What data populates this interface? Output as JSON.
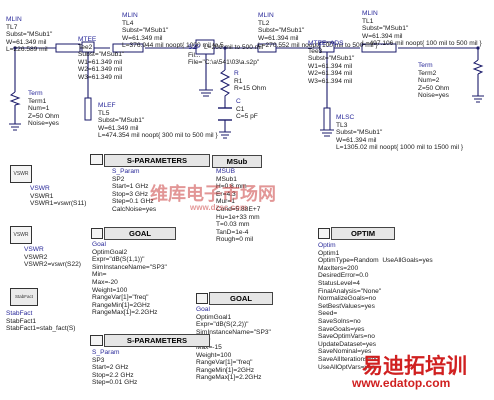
{
  "colors": {
    "wire": "#1a1a6a",
    "label": "#1a1a1a",
    "bar_fill": "#e6e6e6",
    "watermark_top": "#c01818",
    "watermark_bottom": "#d02020"
  },
  "components": {
    "tl7": [
      "MLIN",
      "TL7",
      "Subst=\"MSub1\"",
      "W=61.349 mil",
      "L=226.589 mil"
    ],
    "tee_left": [
      "MTEE",
      "Tee2",
      "Subst=\"MSub1\"",
      "W1=61.349 mil",
      "W2=61.349 mil",
      "W3=61.349 mil"
    ],
    "tl4": [
      "MLIN",
      "TL4",
      "Subst=\"MSub1\"",
      "W=61.349 mil",
      "L=376.944 mil noopt{ 1000 mil to 5"
    ],
    "s2p": [
      "S2P",
      "Fil...",
      "File=\"C:\\a\\541\\03\\a.s2p\""
    ],
    "r_noopt": "L=200 mil to 500 mil",
    "tl2": [
      "MLIN",
      "TL2",
      "Subst=\"MSub1\"",
      "W=61.394 mil",
      "L=270.552 mil noopt{ 100 mil to 500 mil }"
    ],
    "tee_ads": [
      "MTEE_ADS",
      "Tee3",
      "Subst=\"MSub1\"",
      "W1=61.394 mil",
      "W2=61.394 mil",
      "W3=61.394 mil"
    ],
    "tl1": [
      "MLIN",
      "TL1",
      "Subst=\"MSub1\"",
      "W=61.394 mil",
      "L=497.106 mil noopt{ 100 mil to 500 mil }"
    ],
    "term1": [
      "Term",
      "Term1",
      "Num=1",
      "Z=50 Ohm",
      "Noise=yes"
    ],
    "term2": [
      "Term",
      "Term2",
      "Num=2",
      "Z=50 Ohm",
      "Noise=yes"
    ],
    "tl5": [
      "MLEF",
      "TL5",
      "Subst=\"MSub1\"",
      "W=61.349 mil",
      "L=474.354 mil noopt{ 300 mil to 500 mil }"
    ],
    "r1": [
      "R",
      "R1",
      "R=15 Ohm"
    ],
    "c1": [
      "C",
      "C1",
      "C=5 pF"
    ],
    "tl3": [
      "MLSC",
      "TL3",
      "Subst=\"MSub1\"",
      "W=61.394 mil",
      "L=1305.02 mil noopt{ 1000 mil to 1500 mil }"
    ],
    "sp1": [
      "S_Param",
      "SP2",
      "Start=1 GHz",
      "Stop=3 GHz",
      "Step=0.1 GHz",
      "CalcNoise=yes"
    ],
    "goal1": [
      "Goal",
      "OptimGoal2",
      "Expr=\"dB(S(1,1))\"",
      "SimInstanceName=\"SP3\"",
      "Min=",
      "Max=-20",
      "Weight=100",
      "RangeVar[1]=\"freq\"",
      "RangeMin[1]=2GHz",
      "RangeMax[1]=2.2GHz"
    ],
    "msub": [
      "MSUB",
      "MSub1",
      "H=0.8 mm",
      "Er=4.3",
      "Mur=1",
      "Cond=5.88E+7",
      "Hu=1e+33 mm",
      "T=0.03 mm",
      "TanD=1e-4",
      "Rough=0 mil"
    ],
    "goal2": [
      "Goal",
      "OptimGoal1",
      "Expr=\"dB(S(2,2))\"",
      "SimInstanceName=\"SP3\"",
      "Min=",
      "Max=-15",
      "Weight=100",
      "RangeVar[1]=\"freq\"",
      "RangeMin[1]=2GHz",
      "RangeMax[1]=2.2GHz"
    ],
    "sp2": [
      "S_Param",
      "SP3",
      "Start=2 GHz",
      "Stop=2.2 GHz",
      "Step=0.01 GHz"
    ],
    "optim": [
      "Optim",
      "Optim1",
      "OptimType=Random  UseAllGoals=yes",
      "MaxIters=200",
      "DesiredError=0.0",
      "StatusLevel=4",
      "FinalAnalysis=\"None\"",
      "NormalizeGoals=no",
      "SetBestValues=yes",
      "Seed=",
      "SaveSolns=no",
      "SaveGoals=yes",
      "SaveOptimVars=no",
      "UpdateDataset=yes",
      "SaveNominal=yes",
      "SaveAllIterations=no",
      "UseAllOptVars=yes"
    ],
    "vswr1": [
      "VSWR",
      "VSWR1",
      "VSWR1=vswr(S11)"
    ],
    "vswr2": [
      "VSWR",
      "VSWR2",
      "VSWR2=vswr(S22)"
    ],
    "stab": [
      "StabFact",
      "StabFact1",
      "StabFact1=stab_fact(S)"
    ]
  },
  "bars": {
    "sparams1": "S-PARAMETERS",
    "msub": "MSub",
    "goal1": "GOAL",
    "optim": "OPTIM",
    "goal2": "GOAL",
    "sparams2": "S-PARAMETERS"
  },
  "icon_text": {
    "vswr1": "VSWR",
    "vswr2": "VSWR",
    "stab": "StabFact"
  },
  "watermark": {
    "top_cn": "维库电子市场网",
    "top_url": "www.dzsc.com",
    "bottom_cn": "易迪拓培训",
    "bottom_url": "www.edatop.com"
  }
}
